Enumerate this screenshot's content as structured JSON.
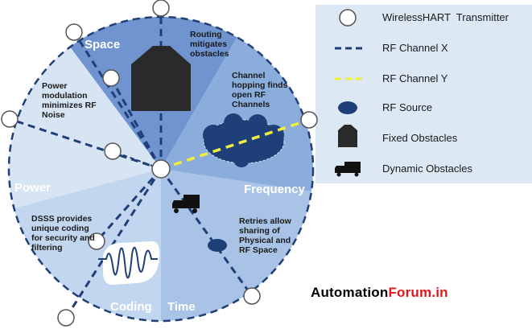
{
  "legend": {
    "items": [
      {
        "icon": "transmitter-circle-icon",
        "label": "WirelessHART  Transmitter"
      },
      {
        "icon": "dashed-line-blue-icon",
        "label": "RF Channel X"
      },
      {
        "icon": "dashed-line-yellow-icon",
        "label": "RF Channel Y"
      },
      {
        "icon": "rf-source-ellipse-icon",
        "label": "RF Source"
      },
      {
        "icon": "fixed-obstacle-building-icon",
        "label": "Fixed Obstacles"
      },
      {
        "icon": "truck-icon",
        "label": "Dynamic Obstacles"
      }
    ]
  },
  "segments": {
    "space": "Space",
    "frequency": "Frequency",
    "time": "Time",
    "coding": "Coding",
    "power": "Power"
  },
  "notes": {
    "routing": "Routing\nmitigates\nobstacles",
    "channel_hopping": "Channel\nhopping finds\nopen RF\nChannels",
    "power_modulation": "Power\nmodulation\nminimizes RF\nNoise",
    "retries": "Retries allow\nsharing of\nPhysical and\nRF Space",
    "dsss": "DSSS provides\nunique coding\nfor security and\nfiltering"
  },
  "brand": {
    "part1": "Automation",
    "part2": "Forum.in"
  },
  "colors": {
    "space": "#6f94cf",
    "frequency": "#8aaddb",
    "time": "#a9c3e6",
    "coding": "#c3d6ef",
    "power": "#d7e4f4",
    "legend_bg": "#dde8f5",
    "channel_x": "#1f3f78",
    "channel_y": "#f2ee3a",
    "dark": "#2a2a2a"
  }
}
